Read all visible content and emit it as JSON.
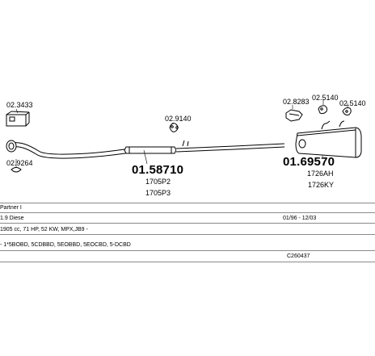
{
  "parts": {
    "hanger_left_top": "02.3433",
    "clamp_left": "02.9264",
    "rubber_mid": "02.9140",
    "front_pipe_number": "01.58710",
    "front_pipe_ref1": "1705P2",
    "front_pipe_ref2": "1705P3",
    "clamp_rear": "02.8283",
    "rubber_rear1": "02.5140",
    "rubber_rear2": "02.5140",
    "rear_silencer_number": "01.69570",
    "rear_silencer_ref1": "1726AH",
    "rear_silencer_ref2": "1726KY"
  },
  "info": {
    "model": "Partner I",
    "engine": "1.9 Diese",
    "date_range": "01/96 - 12/03",
    "engine_spec": "1905 cc, 71 HP, 52 KW, MPX,JB9 -",
    "chassis_codes": "- 1*5BOBD, 5CDBBD, 5EOBBD, 5EOCBD, 5-DCBD",
    "catalog_code": "C260437"
  }
}
